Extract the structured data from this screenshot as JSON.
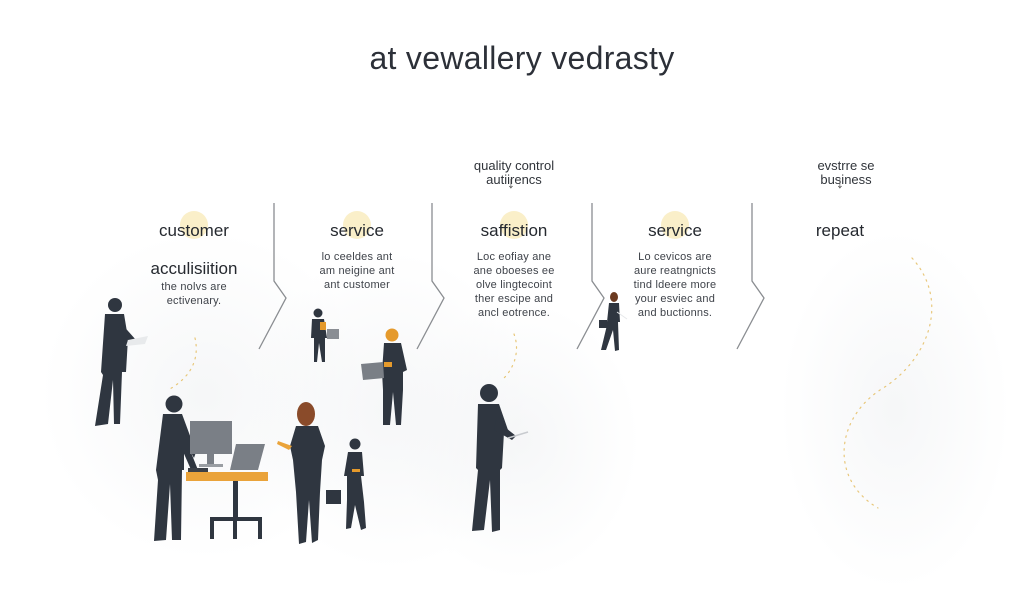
{
  "title": "at vewallery vedrasty",
  "annotations": [
    {
      "id": "quality",
      "text": "quality control\nautiirencs",
      "arrow": "↓"
    },
    {
      "id": "business",
      "text": "evstrre se\nbusiness",
      "arrow": "↓"
    }
  ],
  "steps": [
    {
      "label": "customer",
      "label2": "acculisiition",
      "desc": "the nolvs are\nectivenary."
    },
    {
      "label": "service",
      "desc": "lo ceeldes ant\nam neigine ant\nant customer"
    },
    {
      "label": "saffistion",
      "desc": "Loc eofiay ane\nane oboeses ee\nolve lingtecoint\nther escipe and\nancl eotrence."
    },
    {
      "label": "service",
      "desc": "Lo cevicos are\naure reatngnicts\ntind ldeere more\nyour esviec and\nand buctionns."
    },
    {
      "label": "repeat"
    }
  ],
  "colors": {
    "figure": "#2f3640",
    "accent_orange": "#e59a2c",
    "desk": "#eaa33a",
    "device": "#7a7f86",
    "highlight": "#f9ecc0",
    "dotted_path": "#e8c77a",
    "separator": "#8a8d91"
  }
}
